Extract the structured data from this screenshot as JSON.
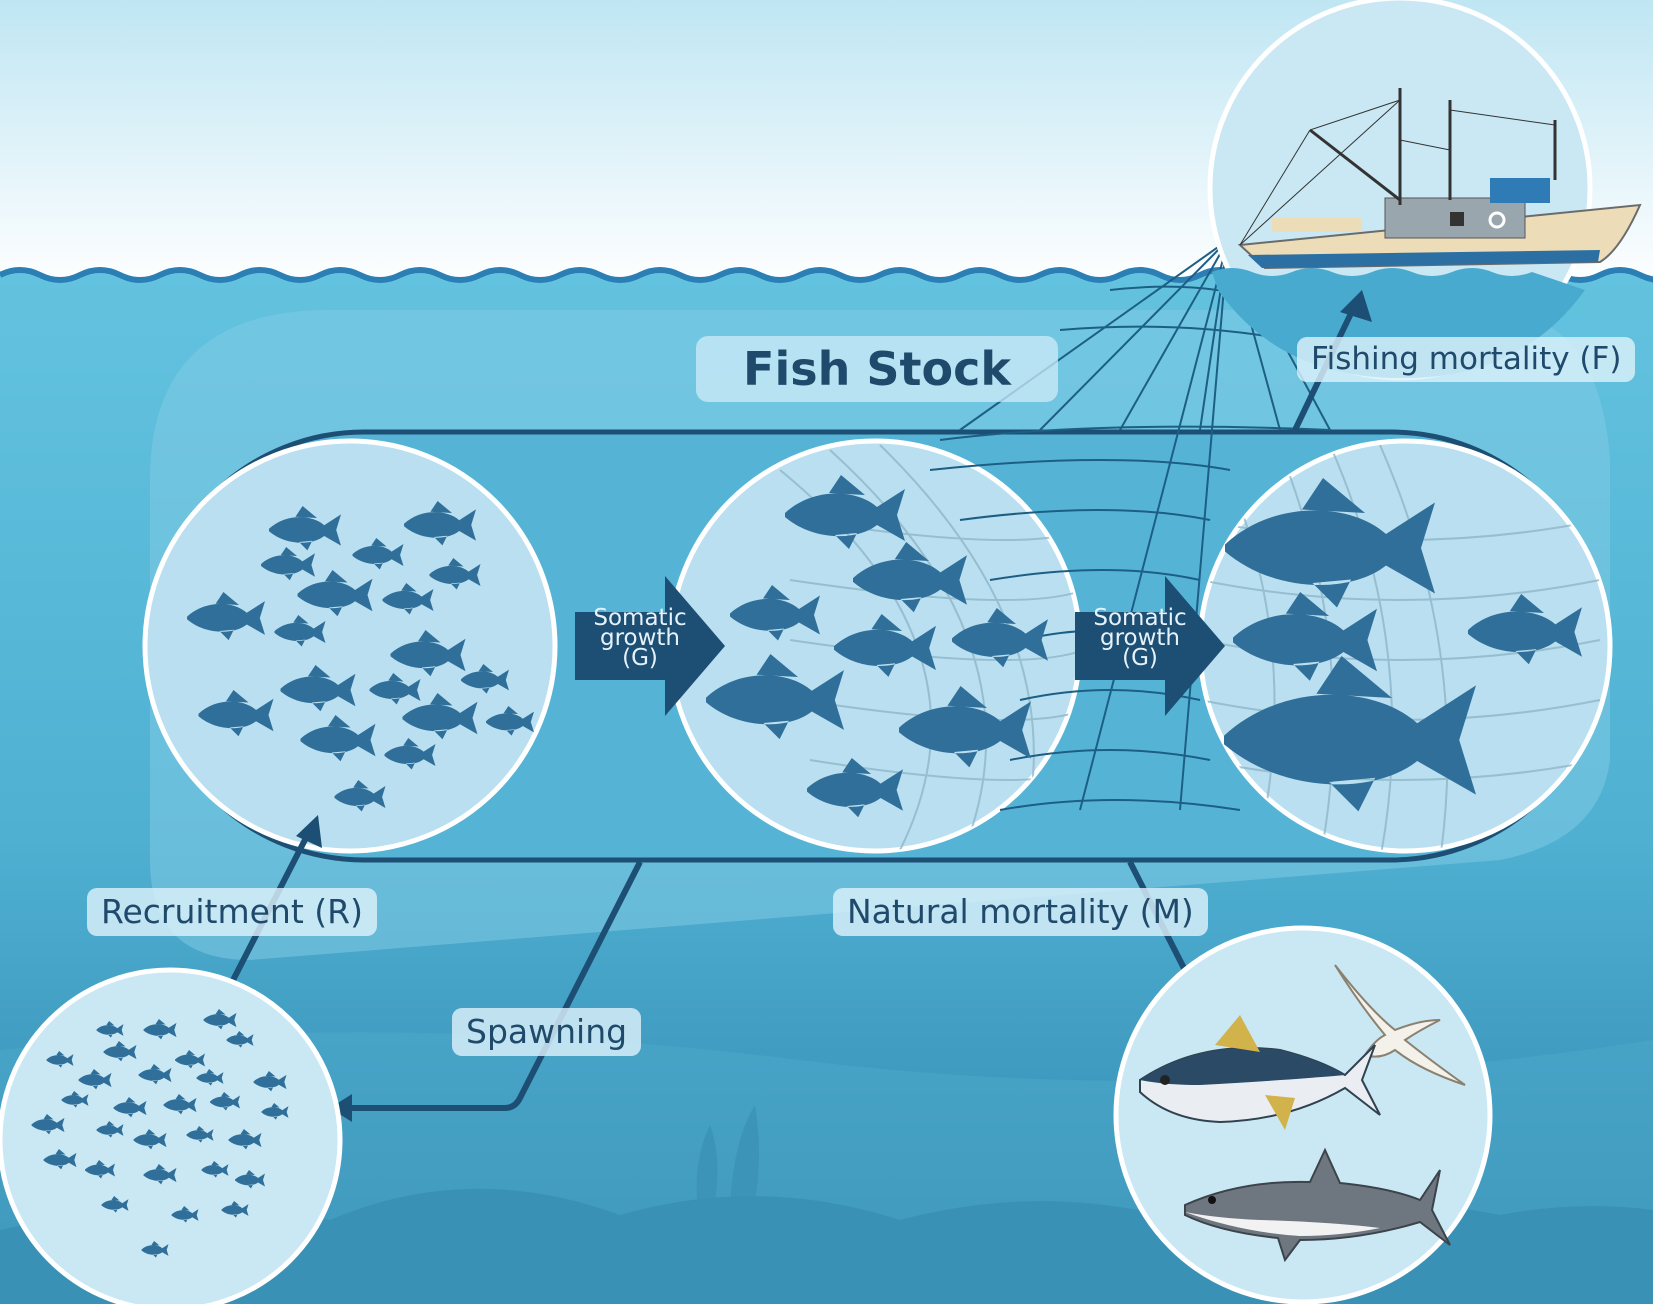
{
  "title": "Fish Stock",
  "labels": {
    "growth_1": [
      "Somatic",
      "growth",
      "(G)"
    ],
    "growth_2": [
      "Somatic",
      "growth",
      "(G)"
    ],
    "fishing_mortality": "Fishing mortality (F)",
    "recruitment": "Recruitment (R)",
    "natural_mortality": "Natural mortality (M)",
    "spawning": "Spawning"
  },
  "colors": {
    "sky_top": "#bfe6f3",
    "ocean": "#5fb9d6",
    "fish": "#2f6f99",
    "stage_circle": "#b9dff0",
    "outline": "#1d4e73",
    "arrow": "#1d4e73"
  },
  "icons": [
    "fishing-boat-icon",
    "fishing-net-icon",
    "fish-icon",
    "tuna-icon",
    "shark-icon",
    "seabird-icon",
    "seaweed-icon"
  ]
}
